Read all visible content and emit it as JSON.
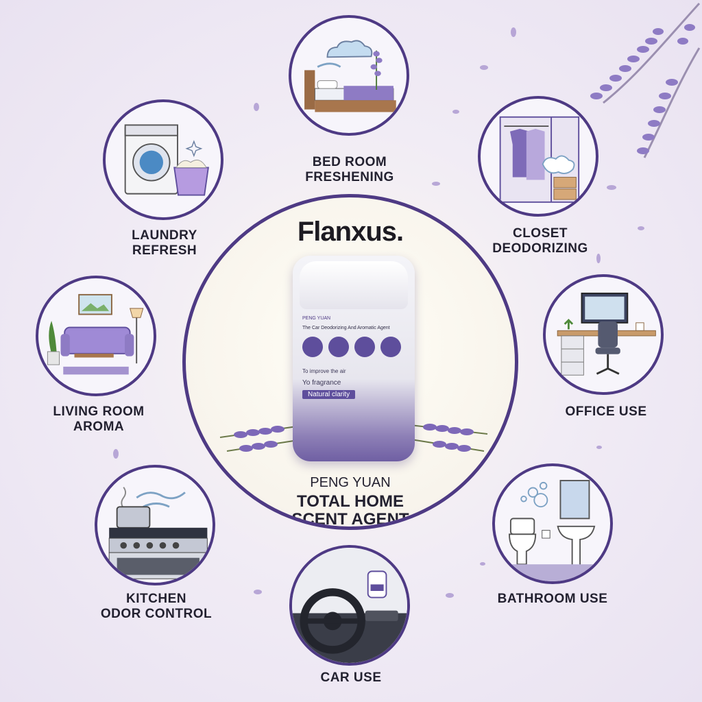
{
  "brand": "Flanxus.",
  "product": {
    "line1": "PENG YUAN",
    "line2": "TOTAL HOME",
    "line3": "SCENT AGENT"
  },
  "package": {
    "brand": "PENG YUAN",
    "subtitle": "The Car Deodorizing And Aromatic Agent",
    "improve": "To improve the air",
    "fragrance": "Yo fragrance",
    "natural": "Natural clarity"
  },
  "uses": {
    "bedroom": {
      "line1": "BED ROOM",
      "line2": "FRESHENING",
      "icon": "bed-icon"
    },
    "laundry": {
      "line1": "LAUNDRY",
      "line2": "REFRESH",
      "icon": "washing-machine-icon"
    },
    "closet": {
      "line1": "CLOSET",
      "line2": "DEODORIZING",
      "icon": "wardrobe-icon"
    },
    "living": {
      "line1": "LIVING ROOM",
      "line2": "AROMA",
      "icon": "sofa-icon"
    },
    "office": {
      "line1": "OFFICE USE",
      "icon": "desk-icon"
    },
    "kitchen": {
      "line1": "KITCHEN",
      "line2": "ODOR CONTROL",
      "icon": "stove-icon"
    },
    "bathroom": {
      "line1": "BATHROOM USE",
      "icon": "toilet-icon"
    },
    "car": {
      "line1": "CAR USE",
      "icon": "steering-wheel-icon"
    }
  },
  "colors": {
    "accent": "#4e3a84",
    "lavender": "#8e7bc4",
    "background": "#f1ecf5"
  }
}
